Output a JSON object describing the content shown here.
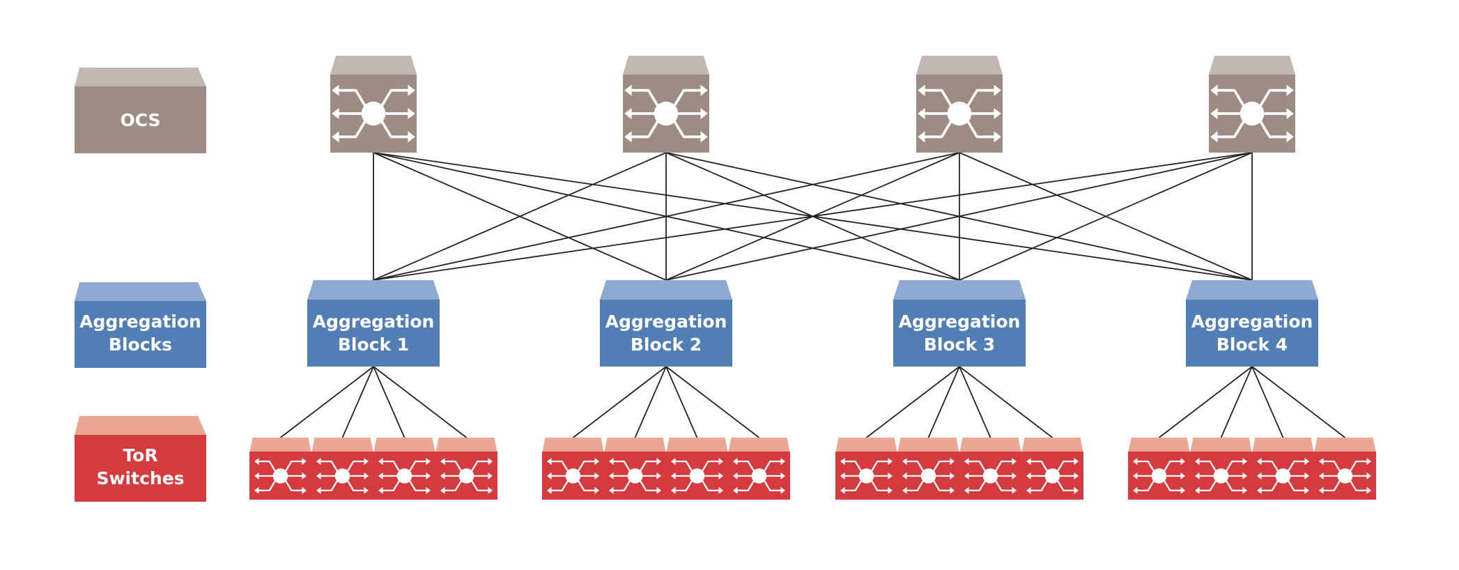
{
  "legend": {
    "ocs": {
      "label": "OCS"
    },
    "aggregation": {
      "line1": "Aggregation",
      "line2": "Blocks"
    },
    "tor": {
      "line1": "ToR",
      "line2": "Switches"
    }
  },
  "ocs_switches": [
    {
      "icon": "switch-arrows-icon"
    },
    {
      "icon": "switch-arrows-icon"
    },
    {
      "icon": "switch-arrows-icon"
    },
    {
      "icon": "switch-arrows-icon"
    }
  ],
  "aggregation_blocks": [
    {
      "line1": "Aggregation",
      "line2": "Block 1"
    },
    {
      "line1": "Aggregation",
      "line2": "Block 2"
    },
    {
      "line1": "Aggregation",
      "line2": "Block 3"
    },
    {
      "line1": "Aggregation",
      "line2": "Block 4"
    }
  ],
  "tor_switches_per_block": 4,
  "colors": {
    "ocs_top": "#c1b7b3",
    "ocs_body": "#9d8c84",
    "agg_top": "#8faad2",
    "agg_body": "#517fb5",
    "tor_top": "#eba694",
    "tor_body": "#d53a3e",
    "line": "#222222",
    "icon": "#ffffff"
  }
}
